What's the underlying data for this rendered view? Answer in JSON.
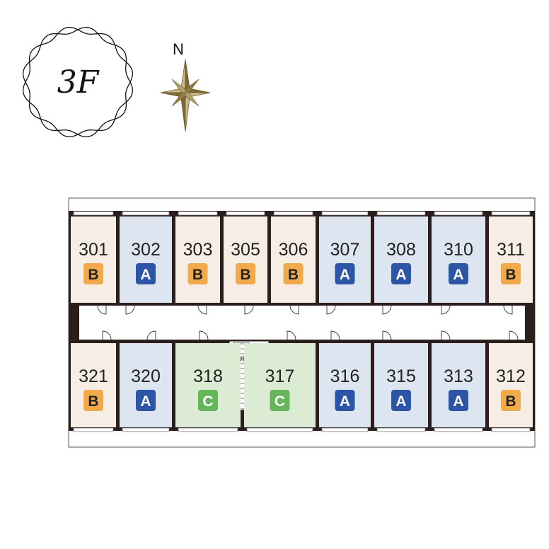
{
  "floor_label": "3F",
  "compass_label": "N",
  "stairs": {
    "up": "UP",
    "down": "DN"
  },
  "type_colors": {
    "A": "#2d55a6",
    "B": "#f2a94a",
    "C": "#67b55a"
  },
  "room_fills": {
    "A": "#dde5f1",
    "B": "#f6ede4",
    "C": "#dcebd4"
  },
  "north_rooms": [
    {
      "number": "301",
      "type": "B"
    },
    {
      "number": "302",
      "type": "A"
    },
    {
      "number": "303",
      "type": "B"
    },
    {
      "number": "305",
      "type": "B"
    },
    {
      "number": "306",
      "type": "B"
    },
    {
      "number": "307",
      "type": "A"
    },
    {
      "number": "308",
      "type": "A"
    },
    {
      "number": "310",
      "type": "A"
    },
    {
      "number": "311",
      "type": "B"
    }
  ],
  "south_rooms": [
    {
      "number": "321",
      "type": "B"
    },
    {
      "number": "320",
      "type": "A"
    },
    {
      "number": "318",
      "type": "C"
    },
    {
      "number": "317",
      "type": "C"
    },
    {
      "number": "316",
      "type": "A"
    },
    {
      "number": "315",
      "type": "A"
    },
    {
      "number": "313",
      "type": "A"
    },
    {
      "number": "312",
      "type": "B"
    }
  ]
}
